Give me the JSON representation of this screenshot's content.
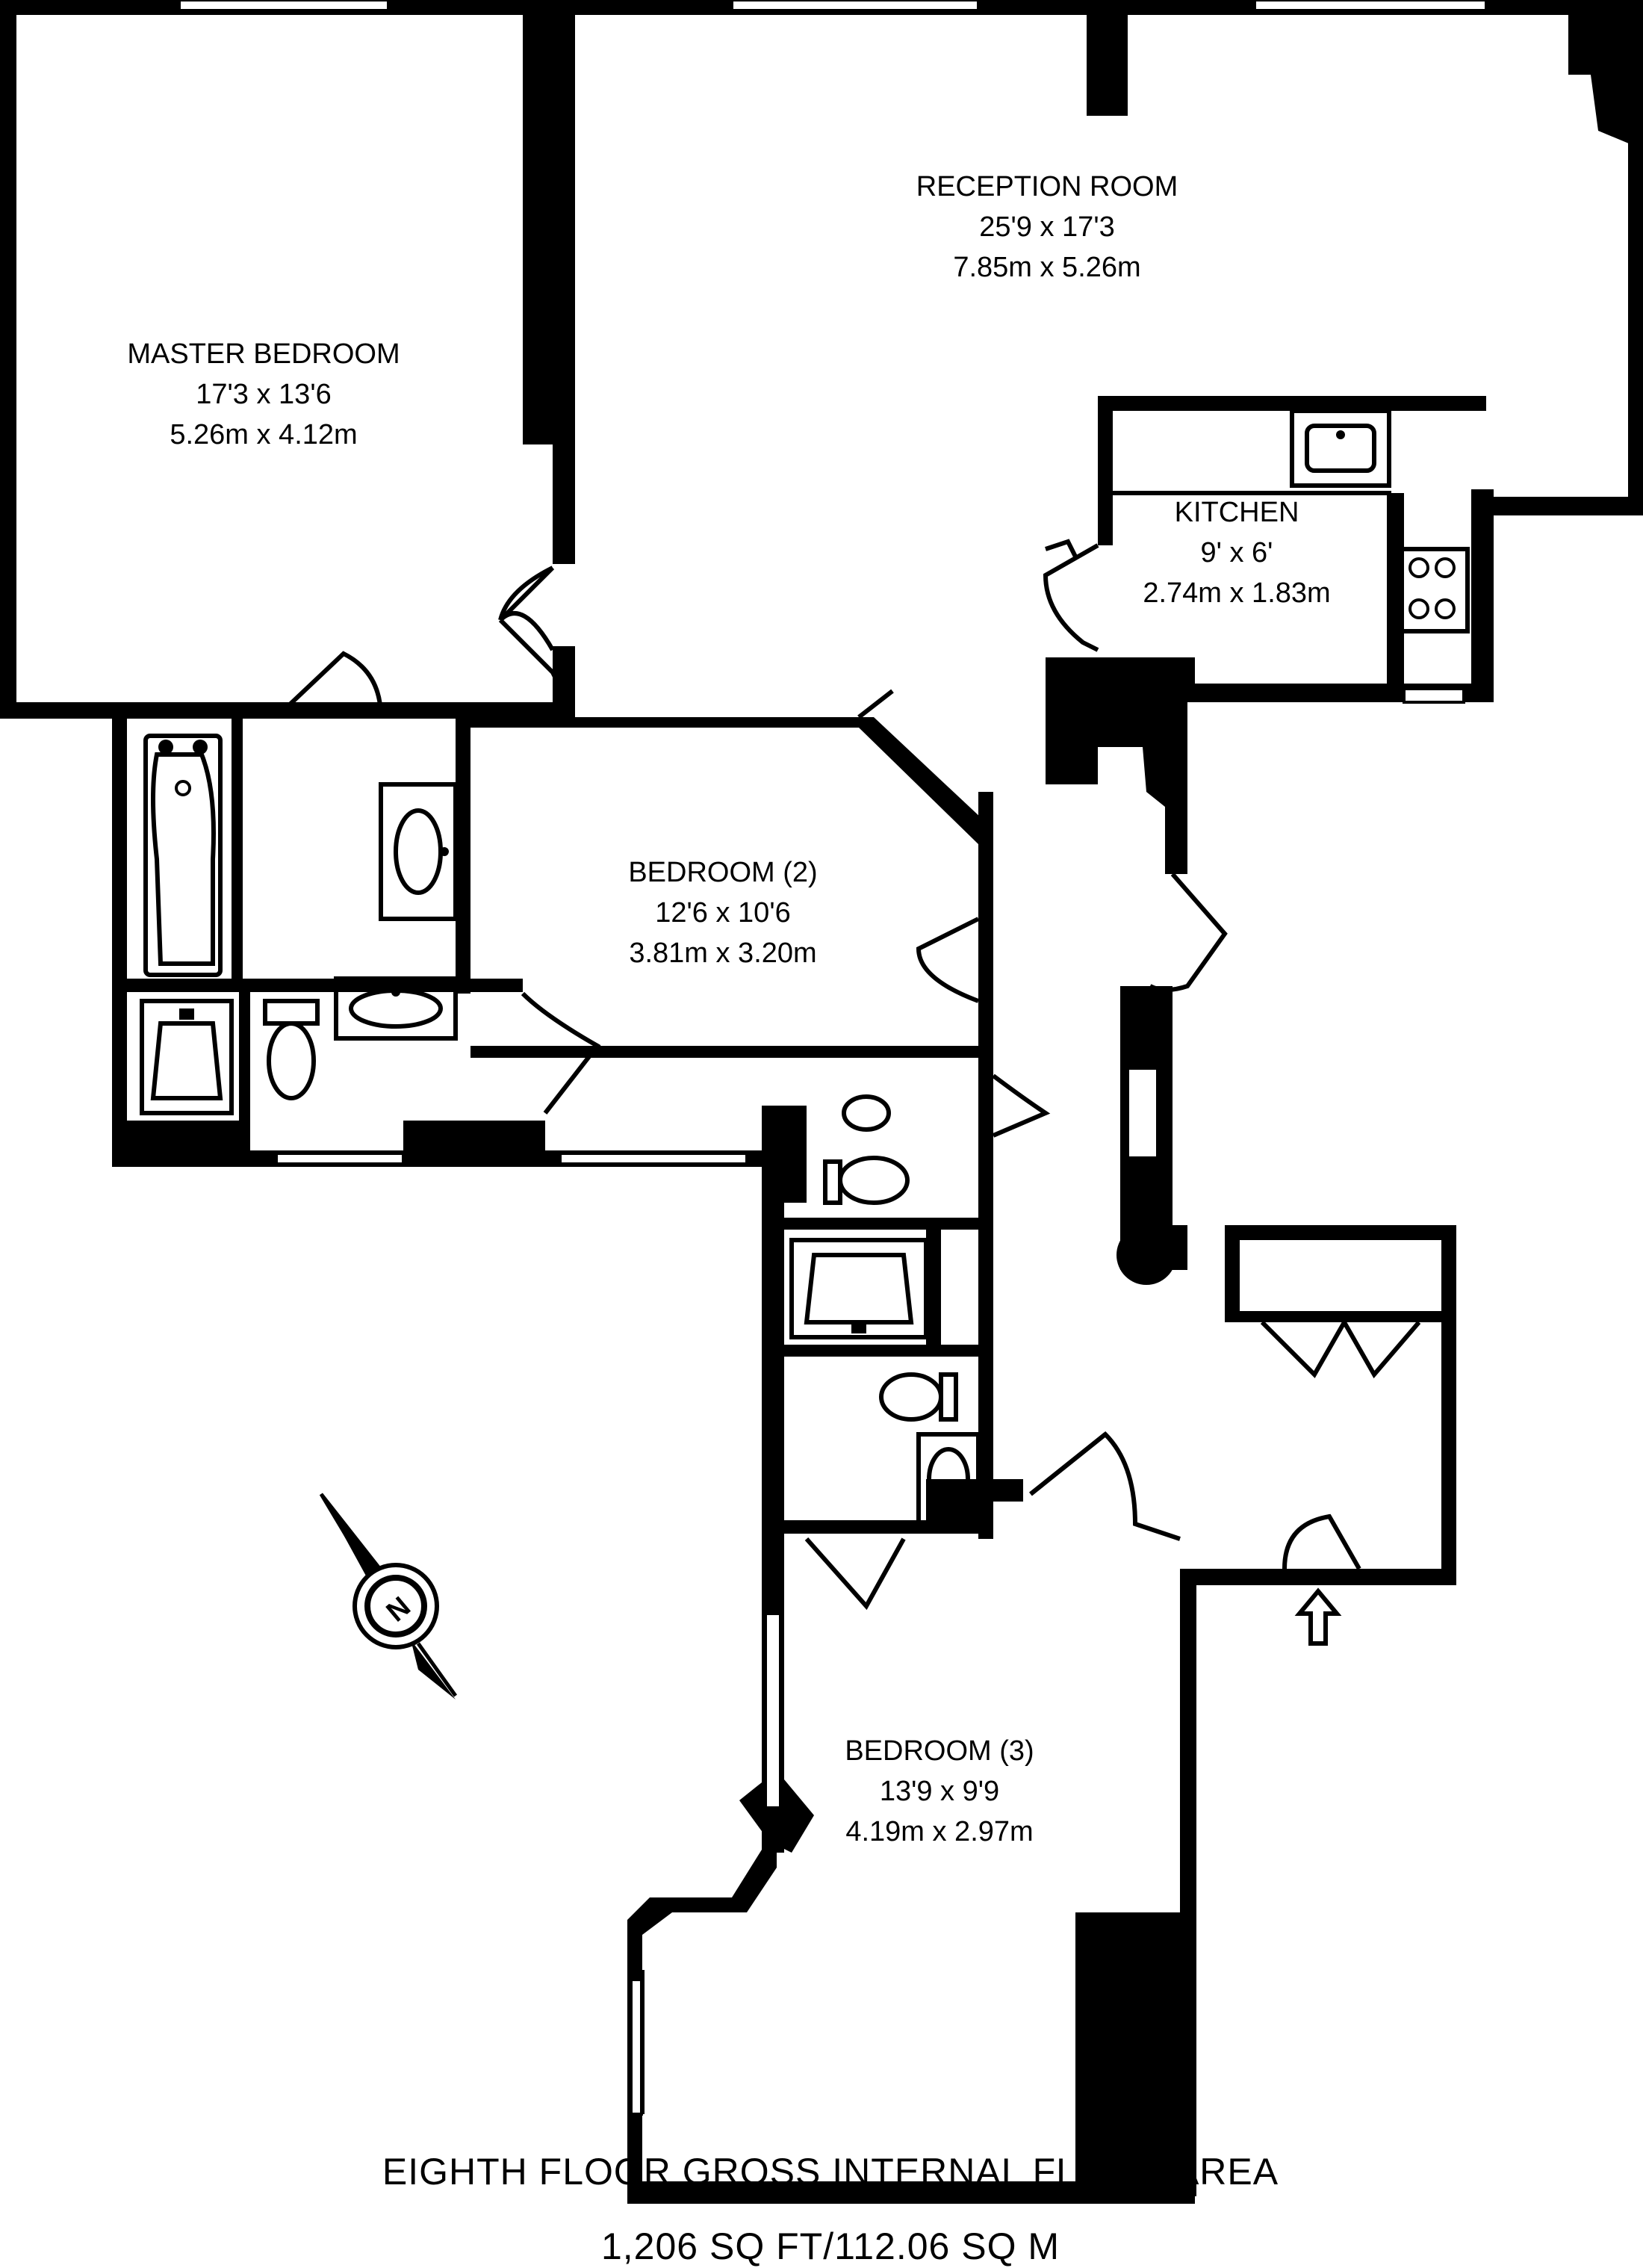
{
  "rooms": {
    "master_bedroom": {
      "name": "MASTER BEDROOM",
      "imperial": "17'3 x 13'6",
      "metric": "5.26m x 4.12m"
    },
    "reception_room": {
      "name": "RECEPTION ROOM",
      "imperial": "25'9 x 17'3",
      "metric": "7.85m x 5.26m"
    },
    "kitchen": {
      "name": "KITCHEN",
      "imperial": "9' x 6'",
      "metric": "2.74m x 1.83m"
    },
    "bedroom_2": {
      "name": "BEDROOM (2)",
      "imperial": "12'6 x 10'6",
      "metric": "3.81m x 3.20m"
    },
    "bedroom_3": {
      "name": "BEDROOM (3)",
      "imperial": "13'9 x 9'9",
      "metric": "4.19m x 2.97m"
    }
  },
  "footer": {
    "title": "EIGHTH FLOOR GROSS INTERNAL FLOOR AREA",
    "area": "1,206 SQ FT/112.06 SQ M"
  },
  "compass": {
    "letter": "N",
    "icon": "north-arrow-icon"
  },
  "entrance": {
    "icon": "entrance-arrow-icon"
  }
}
